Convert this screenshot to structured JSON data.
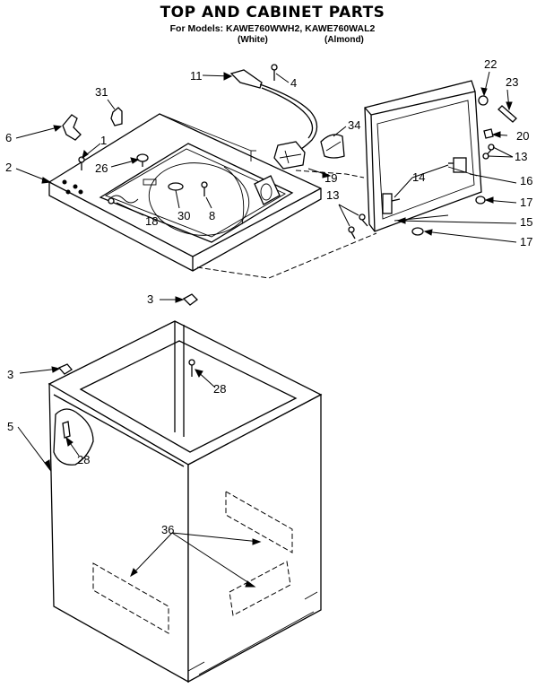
{
  "header": {
    "title": "TOP AND CABINET PARTS",
    "subtitle": "For Models: KAWE760WWH2, KAWE760WAL2",
    "variant_white": "(White)",
    "variant_almond": "(Almond)"
  },
  "callouts": {
    "c11": "11",
    "c4": "4",
    "c31": "31",
    "c34": "34",
    "c6": "6",
    "c1": "1",
    "c26": "26",
    "c2": "2",
    "c30": "30",
    "c8": "8",
    "c18": "18",
    "c19": "19",
    "c22": "22",
    "c23": "23",
    "c20": "20",
    "c13a": "13",
    "c16": "16",
    "c14": "14",
    "c17a": "17",
    "c13b": "13",
    "c15": "15",
    "c17b": "17",
    "c3a": "3",
    "c3b": "3",
    "c28a": "28",
    "c28b": "28",
    "c5": "5",
    "c36": "36"
  }
}
